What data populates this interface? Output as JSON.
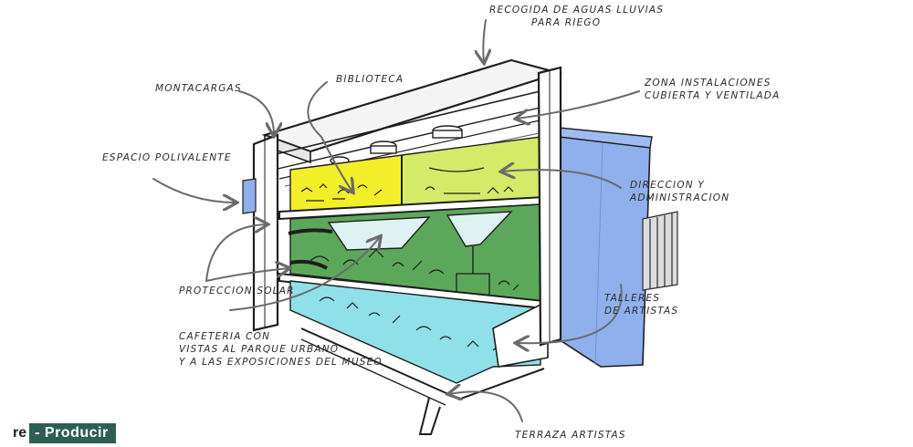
{
  "labels": {
    "recogida": [
      "RECOGIDA DE AGUAS LLUVIAS",
      "PARA RIEGO"
    ],
    "biblioteca": [
      "BIBLIOTECA"
    ],
    "montacargas": [
      "MONTACARGAS"
    ],
    "zona_instalaciones": [
      "ZONA INSTALACIONES",
      "CUBIERTA Y VENTILADA"
    ],
    "espacio_polivalente": [
      "ESPACIO POLIVALENTE"
    ],
    "direccion": [
      "DIRECCION Y",
      "ADMINISTRACION"
    ],
    "proteccion_solar": [
      "PROTECCION SOLAR"
    ],
    "talleres": [
      "TALLERES",
      "DE ARTISTAS"
    ],
    "cafeteria": [
      "CAFETERIA CON",
      "VISTAS AL PARQUE URBANO",
      "Y A LAS EXPOSICIONES DEL MUSEO"
    ],
    "terraza": [
      "TERRAZA ARTISTAS"
    ]
  },
  "brand": {
    "prefix": "re",
    "name": "- Producir"
  },
  "colors": {
    "library_yellow": "#f2ef2a",
    "admin_lime": "#d6ea6a",
    "cafe_green": "#5ca85a",
    "workshop_cyan": "#8fe0e8",
    "facade_blue": "#8fb0ec",
    "ink": "#1e1e1e",
    "arrow_gray": "#6b6b6b",
    "brand_green": "#2e5f55"
  }
}
